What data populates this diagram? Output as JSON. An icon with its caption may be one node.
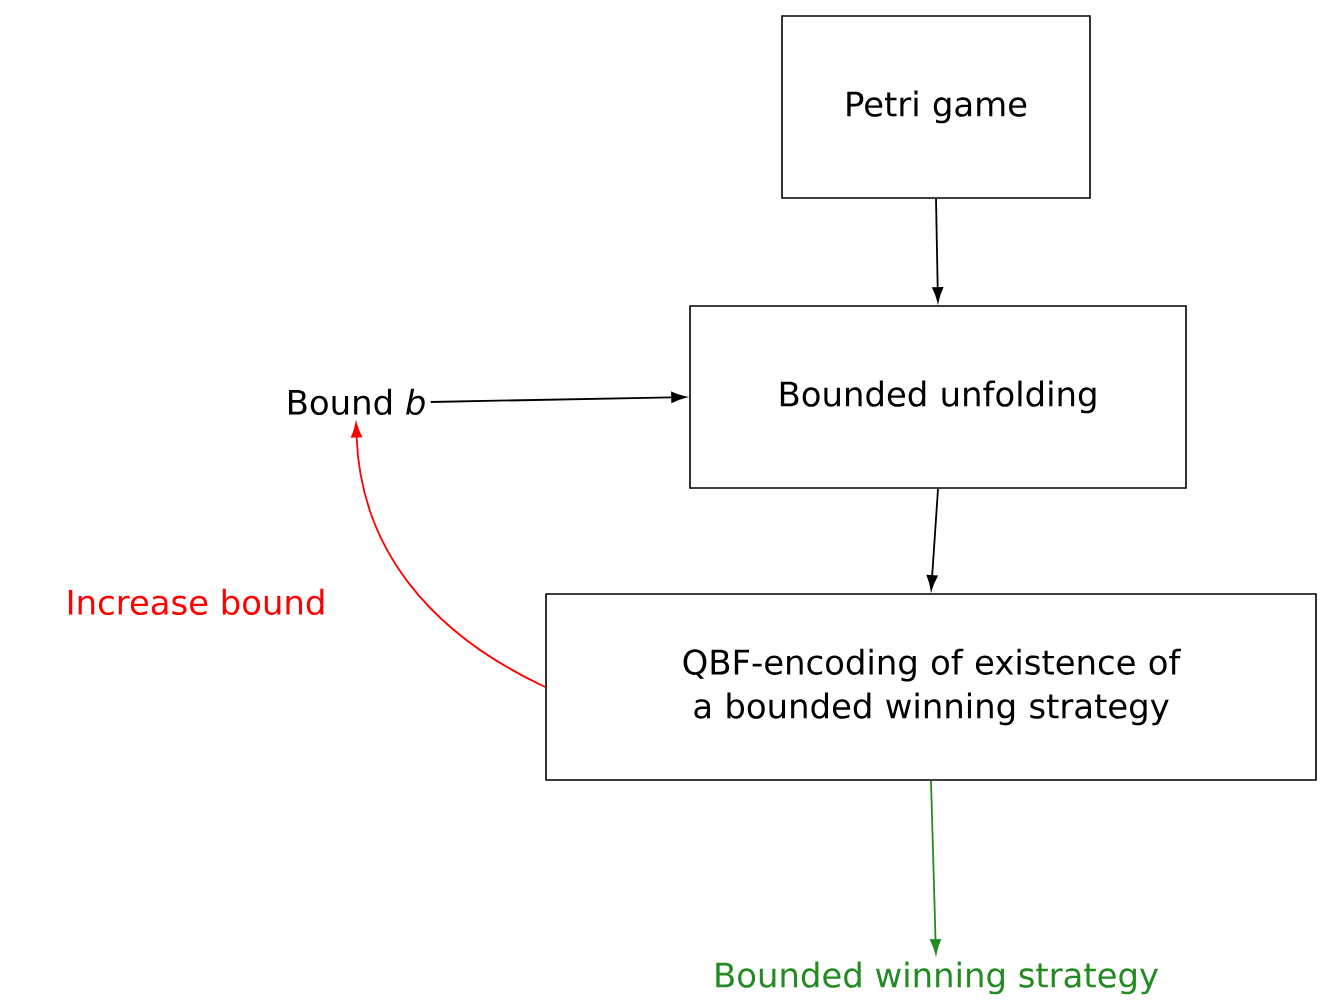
{
  "diagram": {
    "nodes": [
      {
        "text": [
          "Petri game"
        ]
      },
      {
        "text": [
          "Bounded unfolding"
        ]
      },
      {
        "text": [
          "Bound *b*"
        ]
      },
      {
        "text": [
          "QBF-encoding of existence of a bounded winning strategy"
        ]
      },
      {
        "text": [
          "Bounded winning strategy"
        ]
      }
    ],
    "edges": [
      {
        "from": 0,
        "to": 1,
        "arrow": "to"
      },
      {
        "from": 2,
        "to": 1,
        "arrow": "to"
      },
      {
        "from": 1,
        "to": 3,
        "arrow": "to"
      },
      {
        "from": 3,
        "to": 4,
        "arrow": "to",
        "color": "#228b22"
      },
      {
        "from": 3,
        "to": 2,
        "arrow": "to",
        "color": "#ff0000",
        "label": "Increase bound"
      }
    ]
  }
}
